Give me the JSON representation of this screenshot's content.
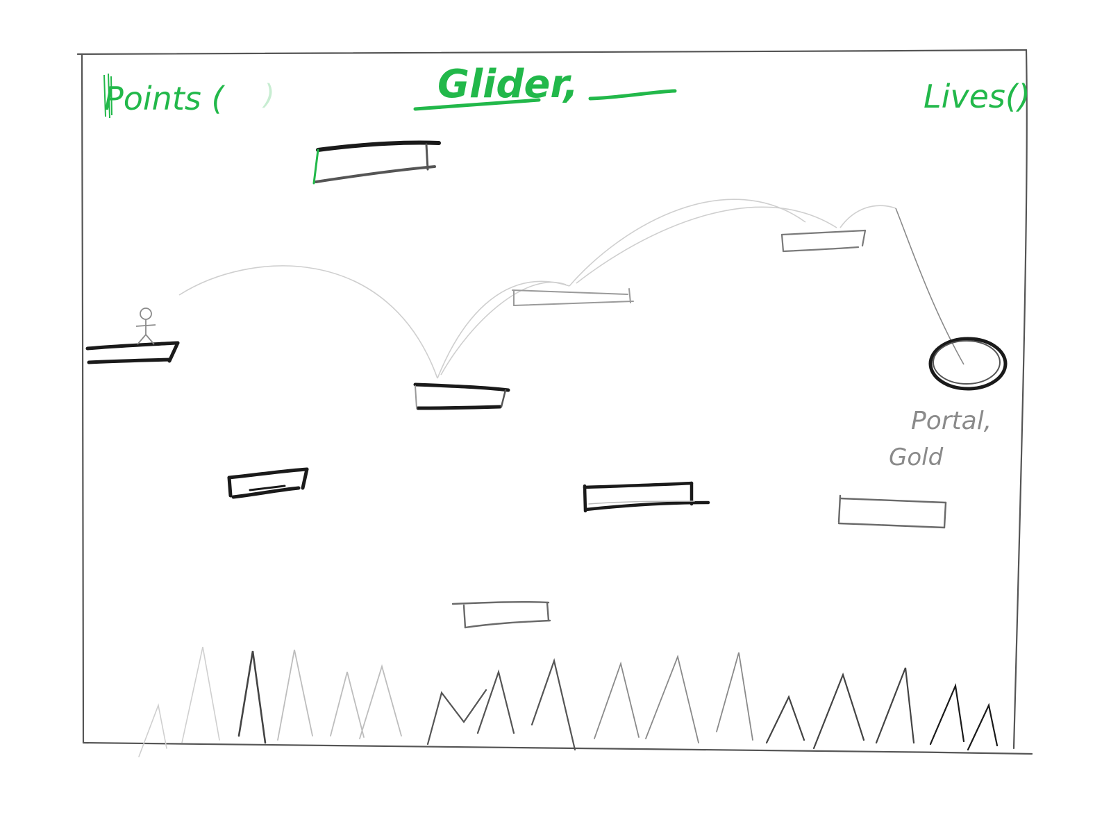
{
  "hud": {
    "points_label": "Points (",
    "points_close": ")",
    "title": "Glider,",
    "lives_label": "Lives()"
  },
  "annotations": {
    "portal_line1": "Portal,",
    "portal_line2": "Gold"
  },
  "colors": {
    "hud_green": "#22b84a",
    "ink_dark": "#1a1a1a",
    "ink_mid": "#555555",
    "ink_light": "#9a9a9a",
    "ink_faint": "#cfcfcf"
  },
  "icons": {
    "player": "stick-figure-icon",
    "portal": "portal-ring-icon",
    "hazard": "spike-icon"
  }
}
